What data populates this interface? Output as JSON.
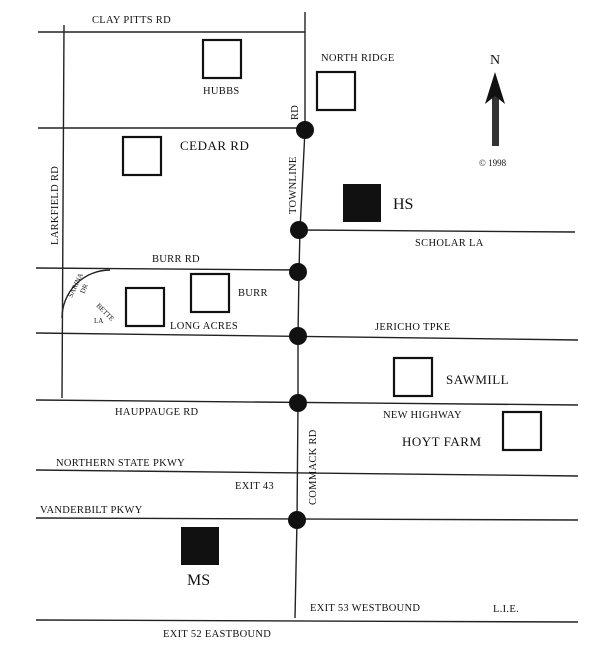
{
  "roads": {
    "clay_pitts": "CLAY PITTS RD",
    "larkfield": "LARKFIELD RD",
    "cedar": "CEDAR RD",
    "townline": "TOWNLINE",
    "townline_rd": "RD",
    "scholar": "SCHOLAR LA",
    "burr_rd": "BURR RD",
    "sarina": "SARINA",
    "sarina_dr": "DR",
    "bette": "BETTE",
    "bette_la": "LA",
    "long_acres": "LONG ACRES",
    "jericho": "JERICHO TPKE",
    "hauppauge": "HAUPPAUGE RD",
    "new_highway": "NEW HIGHWAY",
    "commack": "COMMACK RD",
    "northern_state": "NORTHERN STATE PKWY",
    "exit43": "EXIT 43",
    "vanderbilt": "VANDERBILT PKWY",
    "exit53": "EXIT 53 WESTBOUND",
    "lie": "L.I.E.",
    "exit52": "EXIT 52 EASTBOUND"
  },
  "schools": {
    "hubbs": "HUBBS",
    "north_ridge": "NORTH RIDGE",
    "burr": "BURR",
    "sawmill": "SAWMILL",
    "hoyt_farm": "HOYT FARM",
    "hs": "HS",
    "ms": "MS"
  },
  "compass": {
    "label": "N",
    "icon": "north-arrow-icon"
  },
  "copyright": "© 1998",
  "colors": {
    "ink": "#111111",
    "background": "#ffffff"
  }
}
